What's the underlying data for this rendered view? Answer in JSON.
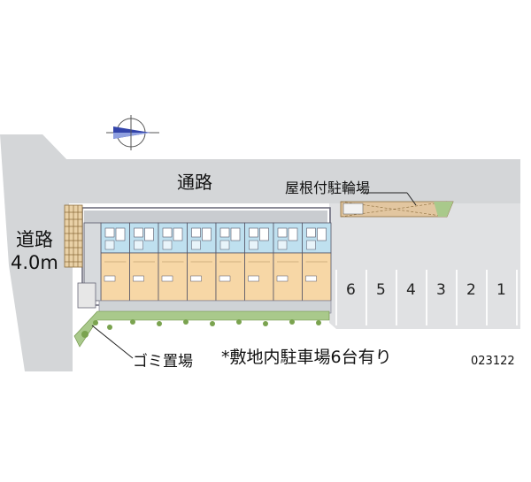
{
  "labels": {
    "passage": "通路",
    "bike_parking": "屋根付駐輪場",
    "road": "道路",
    "road_width": "4.0m",
    "garbage": "ゴミ置場",
    "parking_note": "*敷地内駐車場6台有り",
    "code": "023122"
  },
  "parking_spaces": [
    "6",
    "5",
    "4",
    "3",
    "2",
    "1"
  ],
  "colors": {
    "road_gray": "#d4d6d8",
    "lot_gray": "#e0e1e3",
    "unit_orange": "#f7d7a6",
    "unit_blue": "#bfe0ef",
    "walkway": "#cfd3d6",
    "greenery": "#7aa34f",
    "bike_roof": "#e2c6a0",
    "compass": "#3344aa"
  },
  "icons": [
    "compass-north-arrow-icon"
  ]
}
